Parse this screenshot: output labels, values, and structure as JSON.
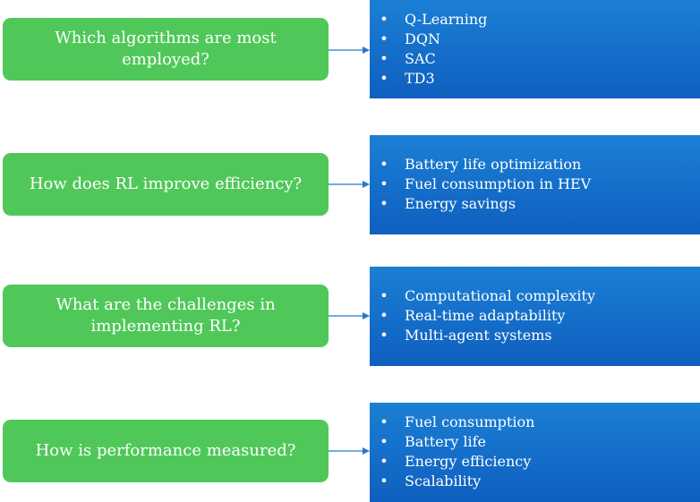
{
  "colors": {
    "question_box": "#4fc859",
    "answer_box_top": "#1b7fd4",
    "answer_box_bottom": "#0f5fbf",
    "connector": "#2a78c8",
    "text": "#ffffff"
  },
  "rows": [
    {
      "question": "Which algorithms are most employed?",
      "answers": [
        "Q-Learning",
        "DQN",
        "SAC",
        "TD3"
      ]
    },
    {
      "question": "How does RL improve efficiency?",
      "answers": [
        "Battery life optimization",
        "Fuel consumption in HEV",
        "Energy savings"
      ]
    },
    {
      "question": "What are the challenges in implementing RL?",
      "answers": [
        "Computational complexity",
        "Real-time adaptability",
        "Multi-agent systems"
      ]
    },
    {
      "question": "How is performance measured?",
      "answers": [
        "Fuel consumption",
        "Battery life",
        "Energy efficiency",
        "Scalability"
      ]
    }
  ]
}
